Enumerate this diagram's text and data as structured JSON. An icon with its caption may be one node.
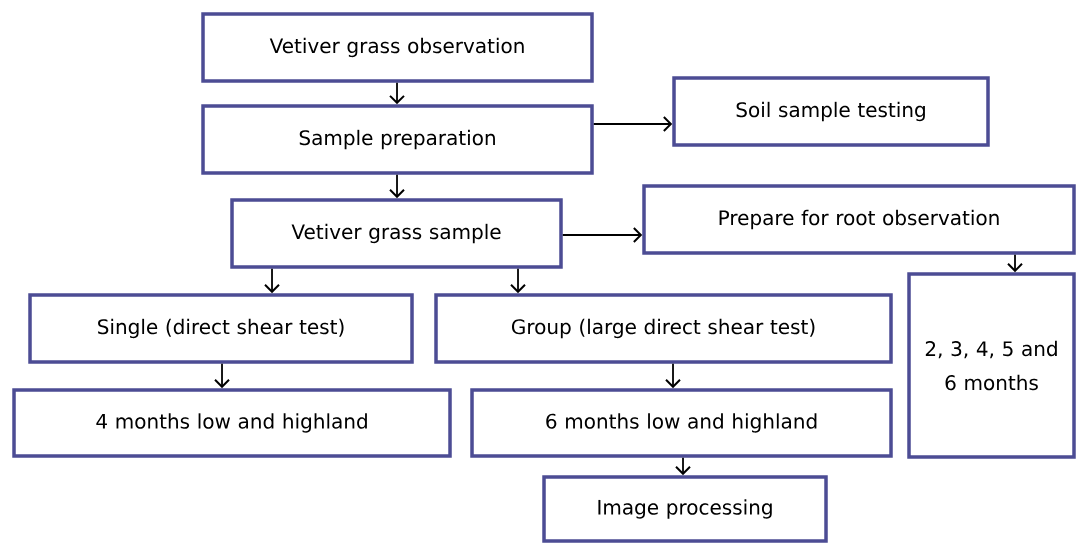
{
  "diagram": {
    "nodes": [
      {
        "text": [
          "Vetiver grass observation"
        ]
      },
      {
        "text": [
          "Sample preparation"
        ]
      },
      {
        "text": [
          "Soil sample testing"
        ]
      },
      {
        "text": [
          "Vetiver grass sample"
        ]
      },
      {
        "text": [
          "Prepare for root observation"
        ]
      },
      {
        "text": [
          "Single (direct shear test)"
        ]
      },
      {
        "text": [
          "Group (large direct shear test)"
        ]
      },
      {
        "text": [
          "2, 3, 4, 5 and 6 months"
        ]
      },
      {
        "text": [
          "4 months low and highland"
        ]
      },
      {
        "text": [
          "6 months low and highland"
        ]
      },
      {
        "text": [
          "Image processing"
        ]
      }
    ],
    "edges": [
      {
        "from": 0,
        "to": 1,
        "arrow": "to"
      },
      {
        "from": 1,
        "to": 2,
        "arrow": "to"
      },
      {
        "from": 1,
        "to": 3,
        "arrow": "to"
      },
      {
        "from": 3,
        "to": 4,
        "arrow": "to"
      },
      {
        "from": 3,
        "to": 5,
        "arrow": "to"
      },
      {
        "from": 3,
        "to": 6,
        "arrow": "to"
      },
      {
        "from": 4,
        "to": 7,
        "arrow": "to"
      },
      {
        "from": 5,
        "to": 8,
        "arrow": "to"
      },
      {
        "from": 6,
        "to": 9,
        "arrow": "to"
      },
      {
        "from": 9,
        "to": 10,
        "arrow": "to"
      }
    ]
  }
}
